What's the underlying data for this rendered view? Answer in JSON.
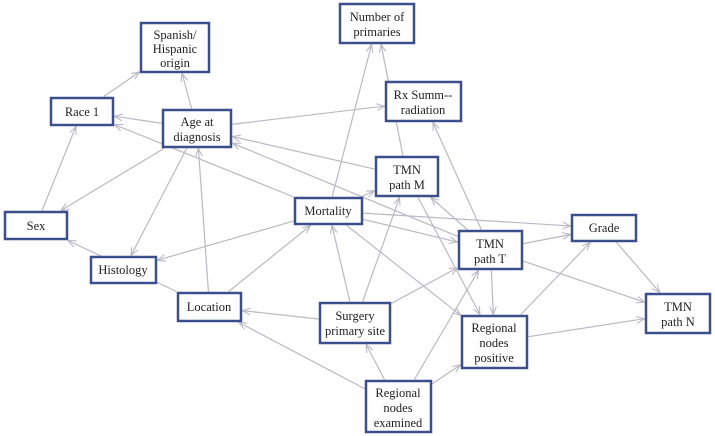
{
  "colors": {
    "node_border": "#3b4f8c",
    "edge": "#b9b9c4",
    "text": "#222222"
  },
  "nodes": {
    "spanish": {
      "lines": [
        "Spanish/",
        "Hispanic",
        "origin"
      ]
    },
    "number_primaries": {
      "lines": [
        "Number of",
        "primaries"
      ]
    },
    "race": {
      "lines": [
        "Race 1"
      ]
    },
    "age": {
      "lines": [
        "Age at",
        "diagnosis"
      ]
    },
    "rx_summ": {
      "lines": [
        "Rx Summ--",
        "radiation"
      ]
    },
    "tmn_m": {
      "lines": [
        "TMN",
        "path M"
      ]
    },
    "sex": {
      "lines": [
        "Sex"
      ]
    },
    "mortality": {
      "lines": [
        "Mortality"
      ]
    },
    "grade": {
      "lines": [
        "Grade"
      ]
    },
    "tmn_t": {
      "lines": [
        "TMN",
        "path T"
      ]
    },
    "histology": {
      "lines": [
        "Histology"
      ]
    },
    "location": {
      "lines": [
        "Location"
      ]
    },
    "surgery": {
      "lines": [
        "Surgery",
        "primary site"
      ]
    },
    "regional_pos": {
      "lines": [
        "Regional",
        "nodes",
        "positive"
      ]
    },
    "tmn_n": {
      "lines": [
        "TMN",
        "path N"
      ]
    },
    "regional_exam": {
      "lines": [
        "Regional",
        "nodes",
        "examined"
      ]
    }
  },
  "edges": [
    [
      "race",
      "spanish"
    ],
    [
      "age",
      "spanish"
    ],
    [
      "age",
      "race"
    ],
    [
      "age",
      "sex"
    ],
    [
      "age",
      "histology"
    ],
    [
      "age",
      "rx_summ"
    ],
    [
      "sex",
      "race"
    ],
    [
      "mortality",
      "race"
    ],
    [
      "mortality",
      "number_primaries"
    ],
    [
      "mortality",
      "tmn_m"
    ],
    [
      "mortality",
      "grade"
    ],
    [
      "mortality",
      "tmn_t"
    ],
    [
      "mortality",
      "histology"
    ],
    [
      "mortality",
      "regional_pos"
    ],
    [
      "tmn_m",
      "age"
    ],
    [
      "tmn_m",
      "number_primaries"
    ],
    [
      "tmn_t",
      "rx_summ"
    ],
    [
      "tmn_t",
      "tmn_m"
    ],
    [
      "tmn_t",
      "grade"
    ],
    [
      "tmn_t",
      "regional_pos"
    ],
    [
      "tmn_t",
      "tmn_n"
    ],
    [
      "tmn_t",
      "age"
    ],
    [
      "grade",
      "tmn_n"
    ],
    [
      "regional_pos",
      "grade"
    ],
    [
      "regional_pos",
      "tmn_n"
    ],
    [
      "location",
      "sex"
    ],
    [
      "location",
      "age"
    ],
    [
      "location",
      "mortality"
    ],
    [
      "surgery",
      "location"
    ],
    [
      "surgery",
      "mortality"
    ],
    [
      "surgery",
      "tmn_t"
    ],
    [
      "surgery",
      "tmn_m"
    ],
    [
      "regional_exam",
      "location"
    ],
    [
      "regional_exam",
      "surgery"
    ],
    [
      "regional_exam",
      "regional_pos"
    ],
    [
      "regional_exam",
      "tmn_t"
    ],
    [
      "tmn_m",
      "regional_pos"
    ]
  ]
}
